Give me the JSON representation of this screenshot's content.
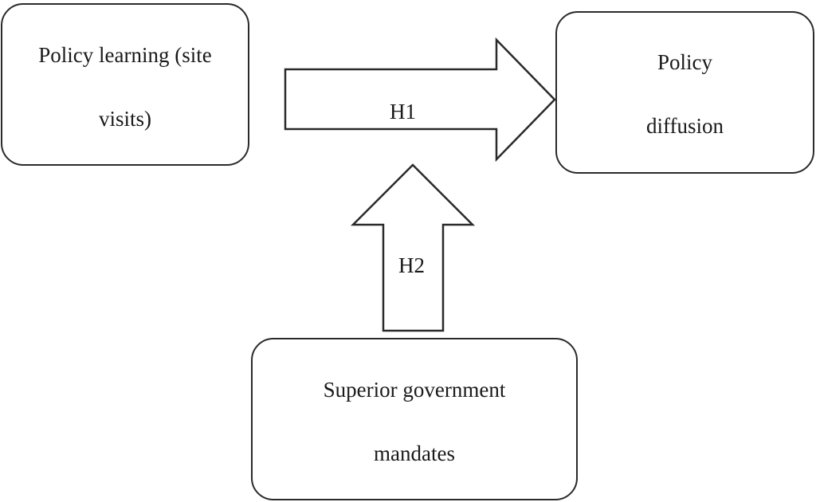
{
  "nodes": {
    "learning": {
      "line1": "Policy learning (site",
      "line2": "visits)"
    },
    "diffusion": {
      "line1": "Policy",
      "line2": "diffusion"
    },
    "mandates": {
      "line1": "Superior government",
      "line2": "mandates"
    }
  },
  "edges": {
    "h1": {
      "label": "H1",
      "from": "Policy learning (site visits)",
      "to": "Policy diffusion"
    },
    "h2": {
      "label": "H2",
      "from": "Superior government mandates",
      "to": "H1"
    }
  },
  "colors": {
    "stroke": "#2a2a2a",
    "fill": "#ffffff",
    "text": "#1a1a1a"
  }
}
